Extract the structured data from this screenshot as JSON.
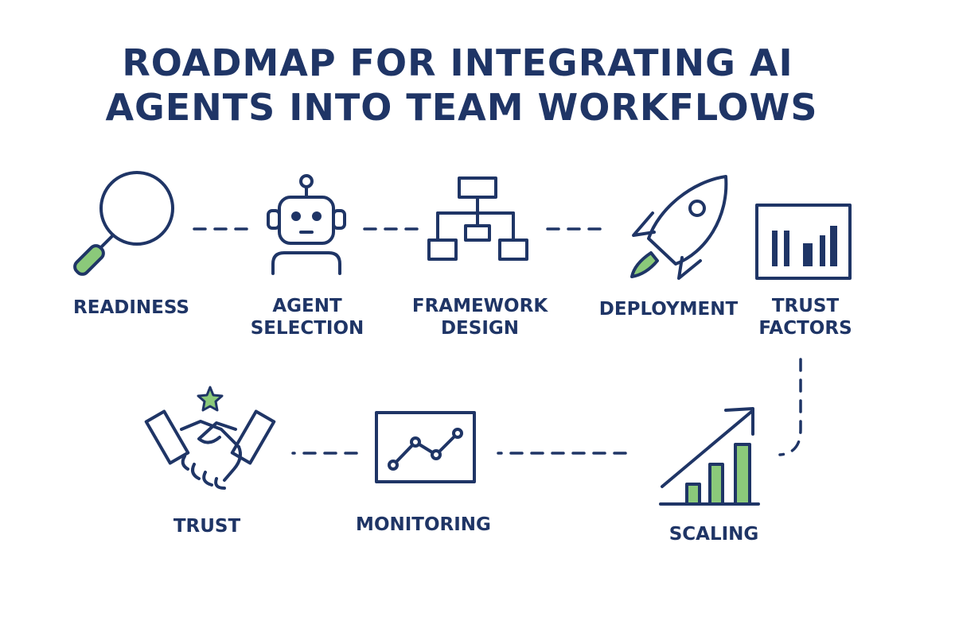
{
  "title": {
    "line1": "ROADMAP FOR INTEGRATING AI",
    "line2": "AGENTS INTO TEAM WORKFLOWS"
  },
  "colors": {
    "navy": "#1f3566",
    "green": "#8bc97a"
  },
  "steps": [
    {
      "id": "readiness",
      "icon": "magnifier-icon",
      "label": [
        "READINESS"
      ]
    },
    {
      "id": "agent-selection",
      "icon": "robot-icon",
      "label": [
        "AGENT",
        "SELECTION"
      ]
    },
    {
      "id": "framework-design",
      "icon": "hierarchy-icon",
      "label": [
        "FRAMEWORK",
        "DESIGN"
      ]
    },
    {
      "id": "deployment",
      "icon": "rocket-icon",
      "label": [
        "DEPLOYMENT"
      ]
    },
    {
      "id": "trust-factors",
      "icon": "bar-chart-icon",
      "label": [
        "TRUST",
        "FACTORS"
      ]
    },
    {
      "id": "scaling",
      "icon": "growth-chart-icon",
      "label": [
        "SCALING"
      ]
    },
    {
      "id": "monitoring",
      "icon": "line-chart-icon",
      "label": [
        "MONITORING"
      ]
    },
    {
      "id": "trust",
      "icon": "handshake-star-icon",
      "label": [
        "TRUST"
      ]
    }
  ]
}
